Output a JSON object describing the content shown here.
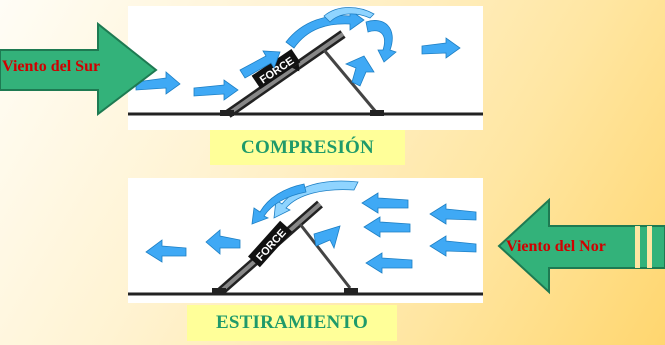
{
  "labels": {
    "compression": "COMPRESIÓN",
    "stretching": "ESTIRAMIENTO",
    "wind_south": "Viento del Sur",
    "wind_north": "Viento del Nor"
  },
  "force_label": "FORCE",
  "colors": {
    "arrow_fill": "#3fa9f5",
    "arrow_fill_light": "#8fd4ff",
    "wind_arrow": "#33b27a",
    "wind_text": "#d10000",
    "label_bg": "#ffff99",
    "label_text": "#1f9a6a",
    "structure": "#222222"
  }
}
